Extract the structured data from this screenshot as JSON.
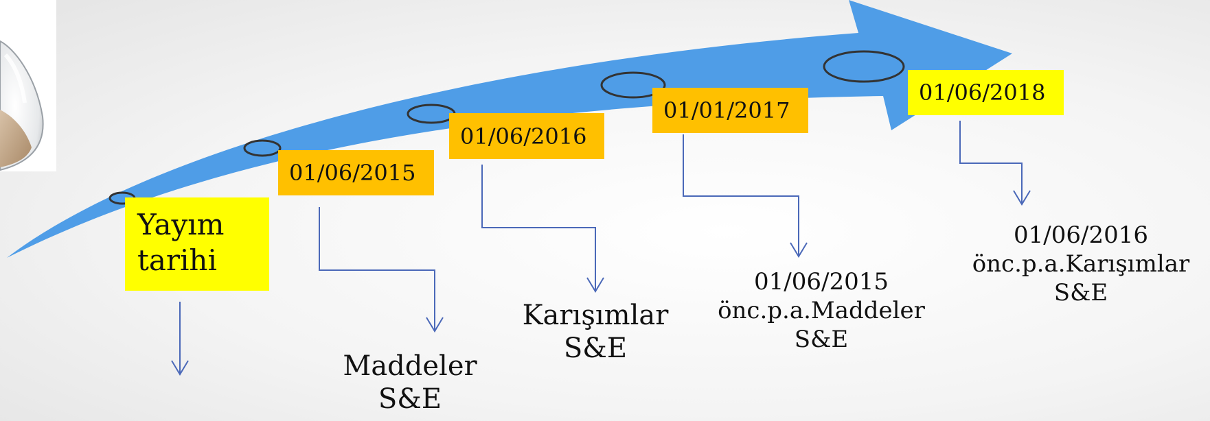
{
  "colors": {
    "arrow": "#4f9de7",
    "connector": "#4a68b8",
    "box_orange": "#ffc000",
    "box_yellow": "#ffff00",
    "text": "#111111"
  },
  "images": {
    "hourglass": "hourglass-photo"
  },
  "start": {
    "line1": "Yayım",
    "line2": "tarihi"
  },
  "milestones": [
    {
      "date": "01/06/2015",
      "box_color": "orange",
      "label": [
        "Maddeler",
        "S&E"
      ]
    },
    {
      "date": "01/06/2016",
      "box_color": "orange",
      "label": [
        "Karışımlar",
        "S&E"
      ]
    },
    {
      "date": "01/01/2017",
      "box_color": "orange",
      "label": [
        "01/06/2015",
        "önc.p.a.Maddeler",
        "S&E"
      ]
    },
    {
      "date": "01/06/2018",
      "box_color": "yellow",
      "label": [
        "01/06/2016",
        "önc.p.a.Karışımlar",
        "S&E"
      ]
    }
  ]
}
